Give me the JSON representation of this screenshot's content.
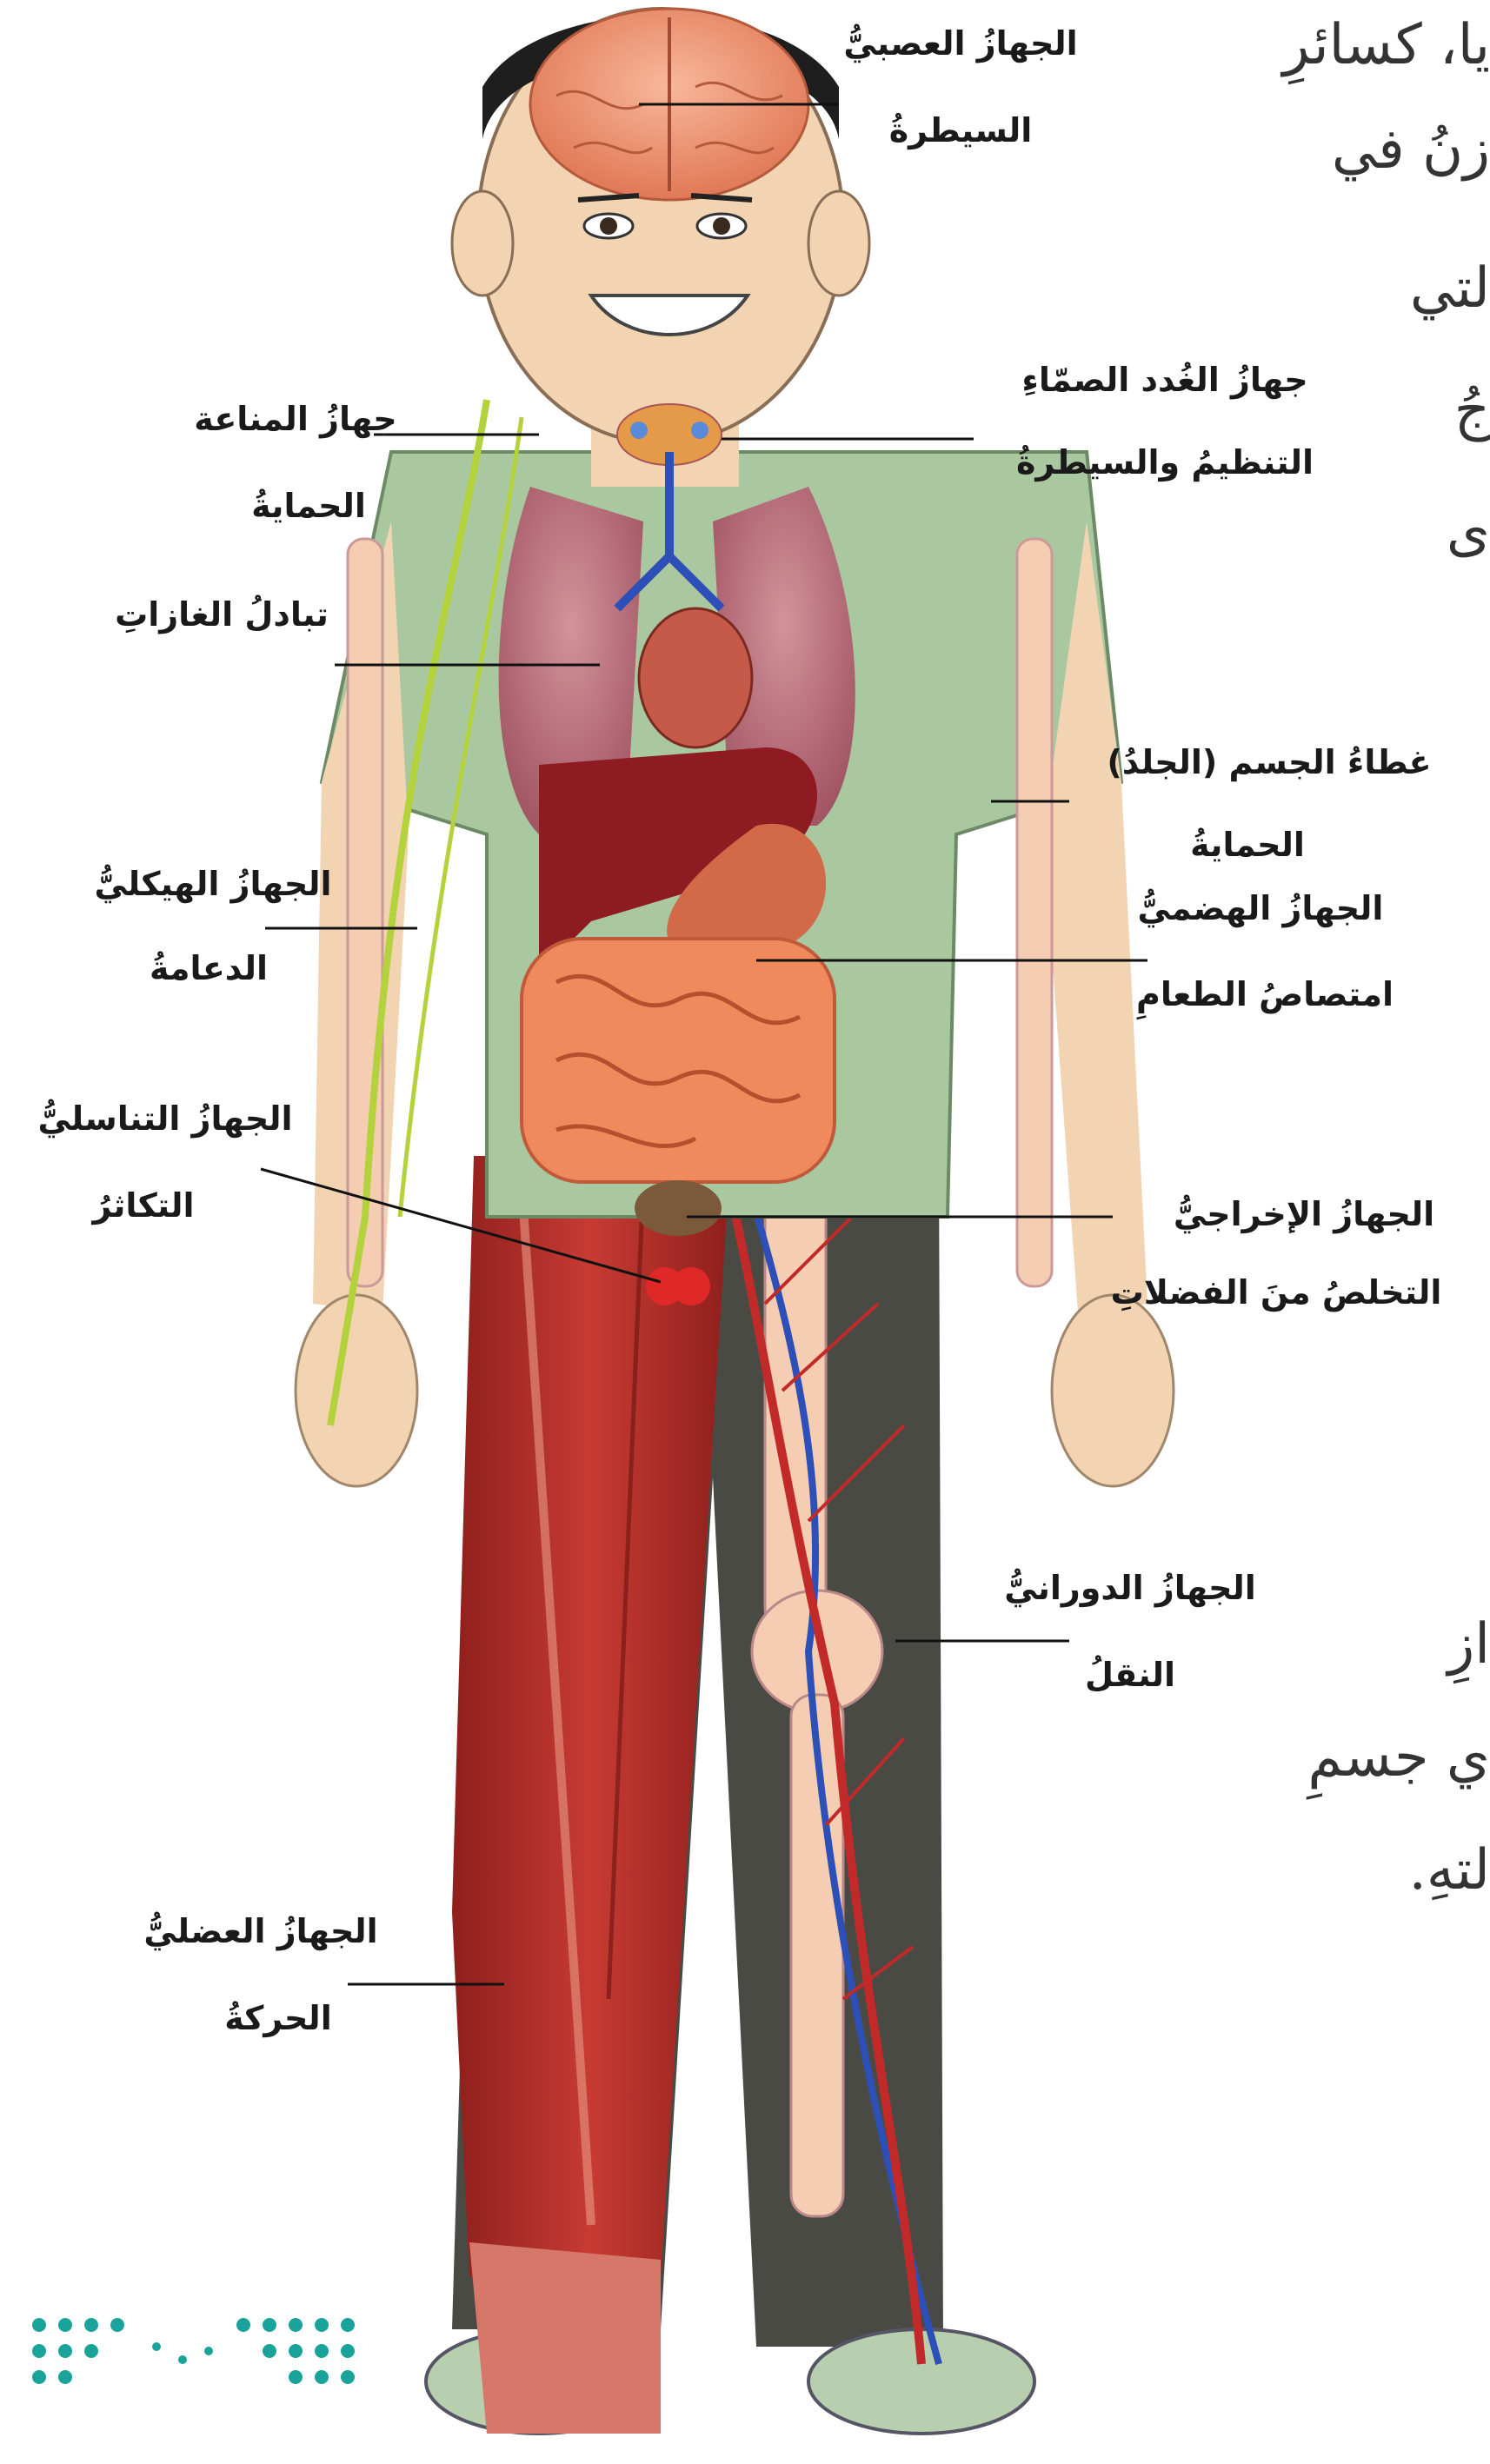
{
  "labels": {
    "nervous_name": "الجهازُ العصبيُّ",
    "nervous_fn": "السيطرةُ",
    "endocrine_name": "جهازُ الغُدد الصمّاءِ",
    "endocrine_fn": "التنظيمُ والسيطرةُ",
    "immune_name": "جهازُ المناعة",
    "immune_fn": "الحمايةُ",
    "respiratory_fn": "تبادلُ الغازاتِ",
    "skin_name": "غطاءُ الجسم (الجلدُ)",
    "skin_fn": "الحمايةُ",
    "digestive_name": "الجهازُ الهضميُّ",
    "digestive_fn": "امتصاصُ الطعامِ",
    "skeletal_name": "الجهازُ الهيكليُّ",
    "skeletal_fn": "الدعامةُ",
    "reproductive_name": "الجهازُ التناسليُّ",
    "reproductive_fn": "التكاثرُ",
    "excretory_name": "الجهازُ الإخراجيُّ",
    "excretory_fn": "التخلصُ منَ الفضلاتِ",
    "circulatory_name": "الجهازُ الدورانيُّ",
    "circulatory_fn": "النقلُ",
    "muscular_name": "الجهازُ العضليُّ",
    "muscular_fn": "الحركةُ"
  },
  "page_fragments": {
    "top_1": "يا، كسائرِ",
    "top_2": "زنُ في",
    "top_3": "لتي",
    "top_4": "جُ",
    "top_5": "ى",
    "bottom_1": "ازِ",
    "bottom_2": "ي جسمِ",
    "bottom_3": "لتهِ."
  },
  "colors": {
    "skin": "#f2d4b3",
    "shirt": "#a9c8a0",
    "pants": "#4a4a45",
    "bone": "#f4cdb2",
    "muscle": "#b8332e",
    "organ_red": "#a52a2a",
    "intestine": "#f08a5d",
    "vein_blue": "#2c4fb8",
    "lymph_green": "#b4d23c",
    "brain": "#f4a07e",
    "logo_teal": "#1aa39a"
  }
}
